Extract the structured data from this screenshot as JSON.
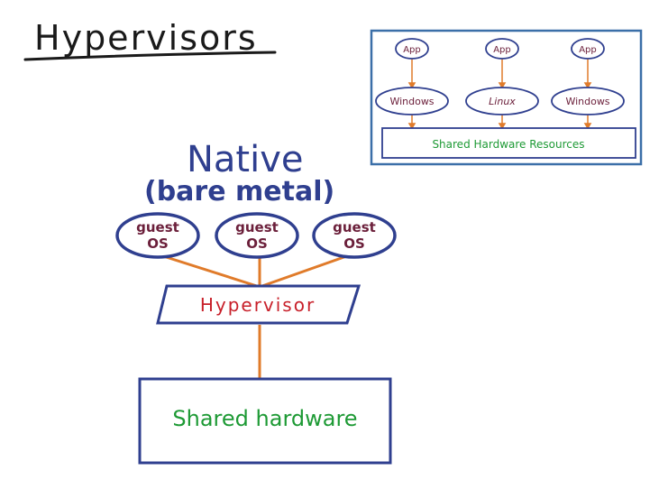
{
  "title": "Hypervisors",
  "heading": {
    "line1": "Native",
    "line2": "(bare metal)"
  },
  "main_diagram": {
    "guests": [
      {
        "line1": "guest",
        "line2": "OS"
      },
      {
        "line1": "guest",
        "line2": "OS"
      },
      {
        "line1": "guest",
        "line2": "OS"
      }
    ],
    "hypervisor_label": "Hypervisor",
    "hardware_label": "Shared hardware"
  },
  "inset_diagram": {
    "apps": [
      "App",
      "App",
      "App"
    ],
    "operating_systems": [
      "Windows",
      "Linux",
      "Windows"
    ],
    "hardware_label": "Shared Hardware Resources"
  },
  "colors": {
    "ink_black": "#1a1a1a",
    "ink_blue": "#2f3f8f",
    "ink_maroon": "#6b1f3a",
    "ink_red": "#c8202a",
    "ink_green": "#1e9a35",
    "connector_orange": "#e07b2a",
    "inset_border": "#3b6fa8"
  }
}
